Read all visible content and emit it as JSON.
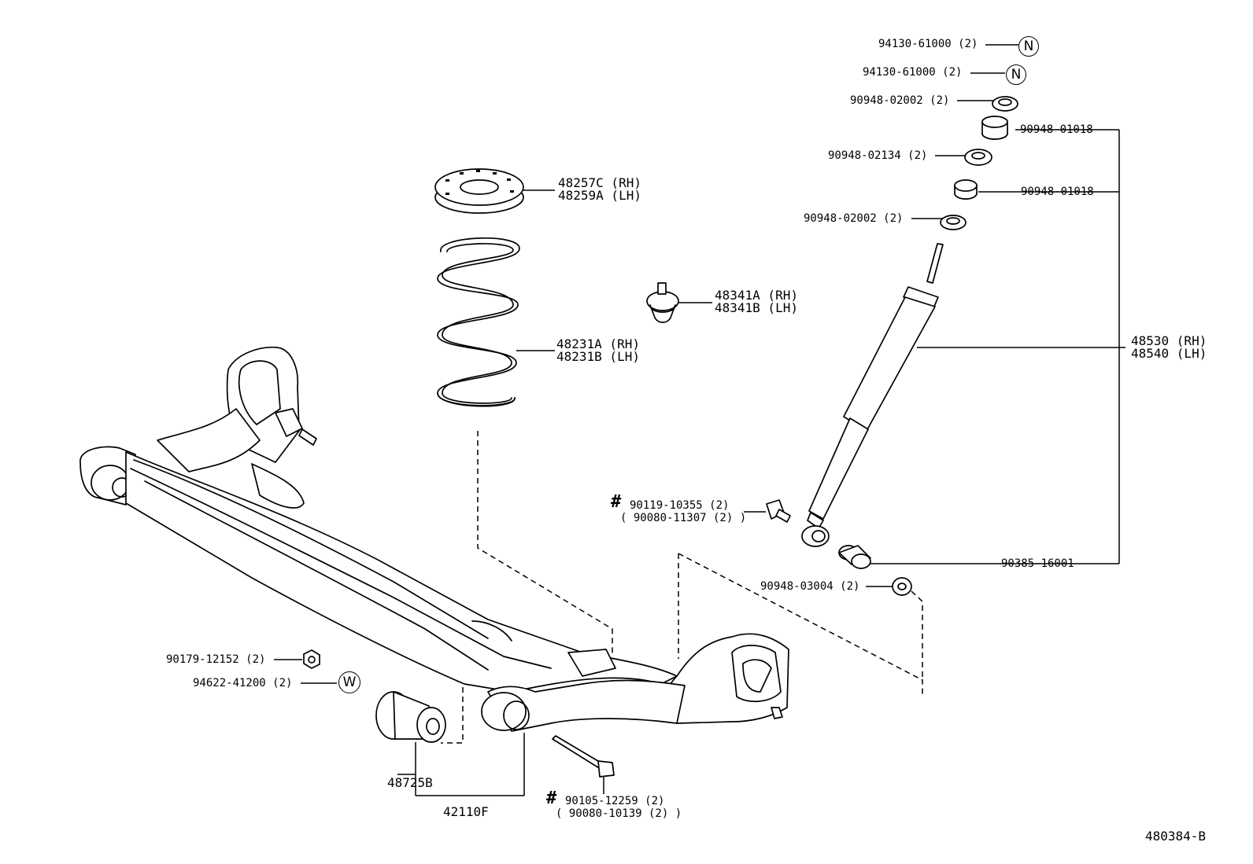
{
  "diagram_code": "480384-B",
  "parts": {
    "nut_upper": {
      "number": "94130-61000",
      "qty": "(2)",
      "symbol": "N"
    },
    "nut_lower": {
      "number": "94130-61000",
      "qty": "(2)",
      "symbol": "N"
    },
    "washer_retainer_top": {
      "number": "90948-02002",
      "qty": "(2)"
    },
    "cushion_upper": {
      "number": "90948-01018"
    },
    "washer_retainer_mid": {
      "number": "90948-02134",
      "qty": "(2)"
    },
    "cushion_lower": {
      "number": "90948-01018"
    },
    "washer_retainer_low": {
      "number": "90948-02002",
      "qty": "(2)"
    },
    "spring_insulator": {
      "number_rh": "48257C (RH)",
      "number_lh": "48259A (LH)"
    },
    "bump_stopper": {
      "number_rh": "48341A (RH)",
      "number_lh": "48341B (LH)"
    },
    "coil_spring": {
      "number_rh": "48231A (RH)",
      "number_lh": "48231B (LH)"
    },
    "shock_absorber": {
      "number_rh": "48530 (RH)",
      "number_lh": "48540 (LH)"
    },
    "upper_bolt": {
      "mark": "#",
      "number": "90119-10355",
      "qty": "(2)",
      "alt": "( 90080-11307 (2) )"
    },
    "bushing": {
      "number": "90385-16001"
    },
    "washer_lower": {
      "number": "90948-03004",
      "qty": "(2)"
    },
    "axle_nut": {
      "number": "90179-12152",
      "qty": "(2)"
    },
    "axle_washer": {
      "number": "94622-41200",
      "qty": "(2)",
      "symbol": "W"
    },
    "axle_bushing": {
      "number": "48725B"
    },
    "axle_beam": {
      "number": "42110F"
    },
    "lower_bolt": {
      "mark": "#",
      "number": "90105-12259",
      "qty": "(2)",
      "alt": "( 90080-10139 (2) )"
    }
  }
}
